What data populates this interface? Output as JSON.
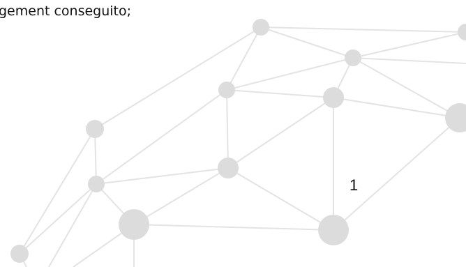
{
  "document": {
    "text_fragment": "gement conseguito;"
  },
  "footer": {
    "page_number": "1"
  },
  "decoration": {
    "name": "network-graphic",
    "node_color": "#dcdcdc",
    "edge_color": "#e3e3e3"
  }
}
